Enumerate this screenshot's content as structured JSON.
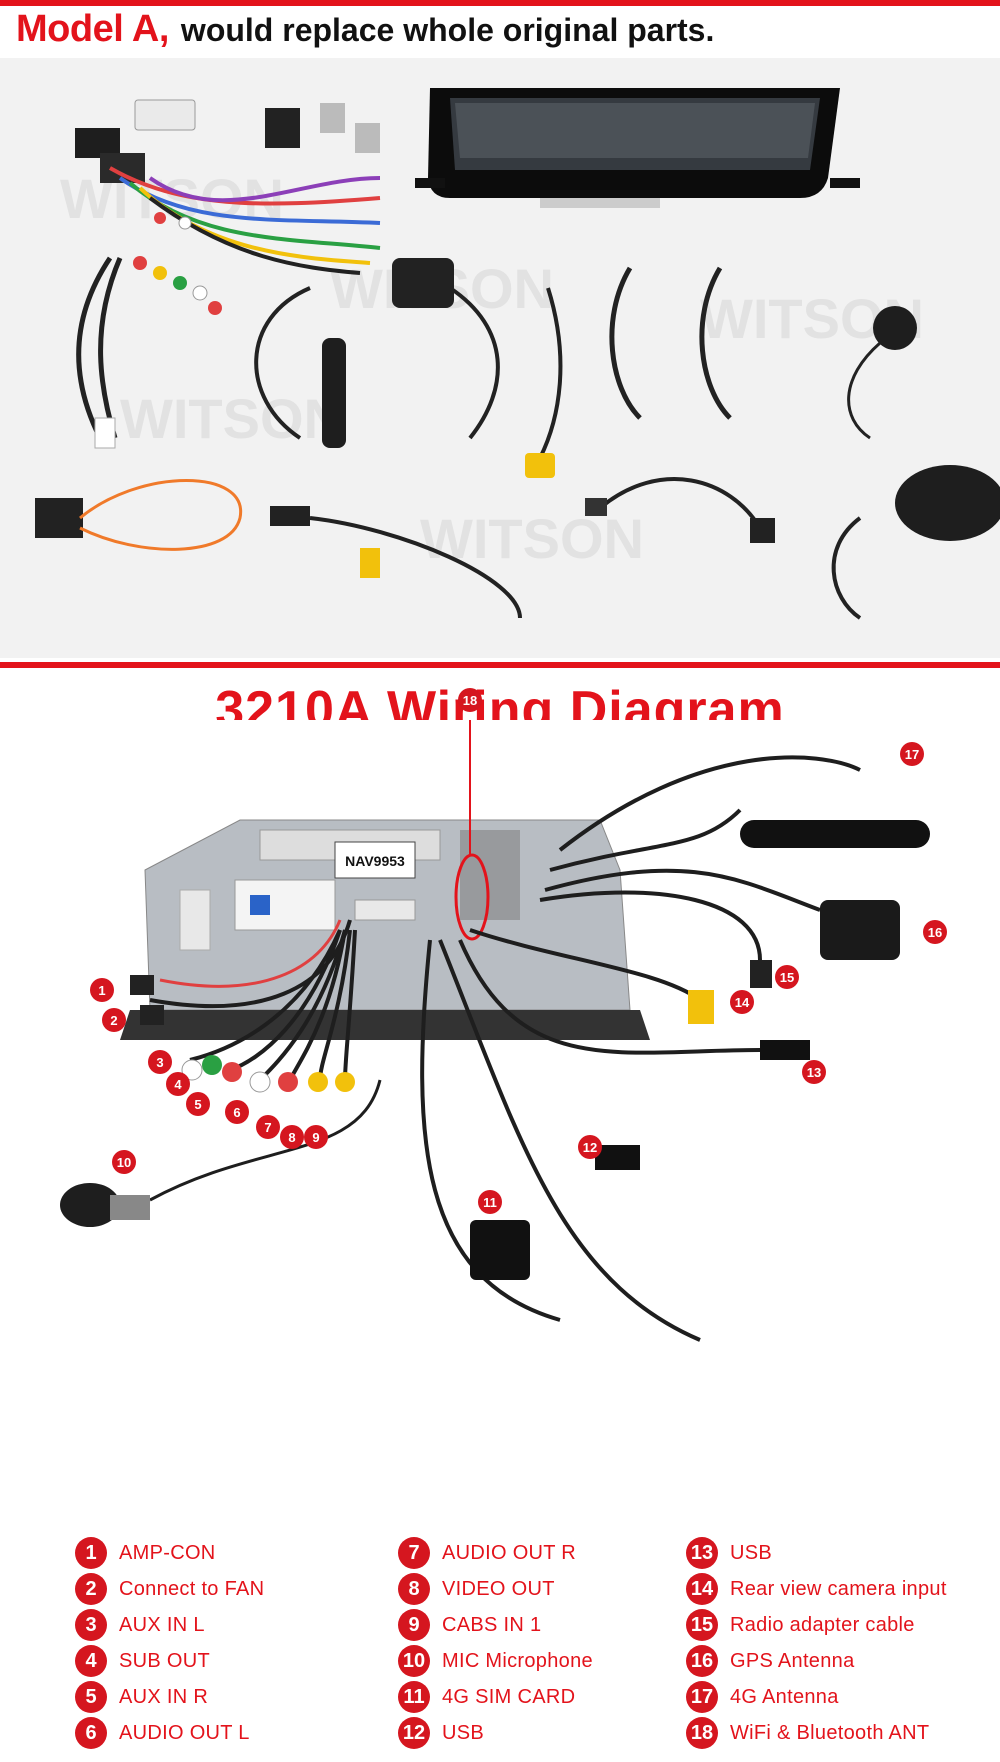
{
  "header": {
    "highlight": "Model A,",
    "rest": "would replace whole original parts."
  },
  "watermark": "WITSON",
  "unit_label": "NAV9953",
  "diagram_title": "3210A Wiring Diagram",
  "colors": {
    "accent": "#e3131b",
    "badge": "#d5161f",
    "cable": "#1a1a1a"
  },
  "legend": [
    {
      "num": "1",
      "label": "AMP-CON"
    },
    {
      "num": "2",
      "label": "Connect to FAN"
    },
    {
      "num": "3",
      "label": "AUX IN L"
    },
    {
      "num": "4",
      "label": "SUB OUT"
    },
    {
      "num": "5",
      "label": "AUX IN R"
    },
    {
      "num": "6",
      "label": "AUDIO OUT L"
    },
    {
      "num": "7",
      "label": "AUDIO OUT R"
    },
    {
      "num": "8",
      "label": "VIDEO OUT"
    },
    {
      "num": "9",
      "label": "CABS IN 1"
    },
    {
      "num": "10",
      "label": "MIC Microphone"
    },
    {
      "num": "11",
      "label": "4G SIM CARD"
    },
    {
      "num": "12",
      "label": "USB"
    },
    {
      "num": "13",
      "label": "USB"
    },
    {
      "num": "14",
      "label": "Rear view camera input"
    },
    {
      "num": "15",
      "label": "Radio adapter cable"
    },
    {
      "num": "16",
      "label": "GPS Antenna"
    },
    {
      "num": "17",
      "label": "4G Antenna"
    },
    {
      "num": "18",
      "label": "WiFi & Bluetooth ANT"
    }
  ]
}
